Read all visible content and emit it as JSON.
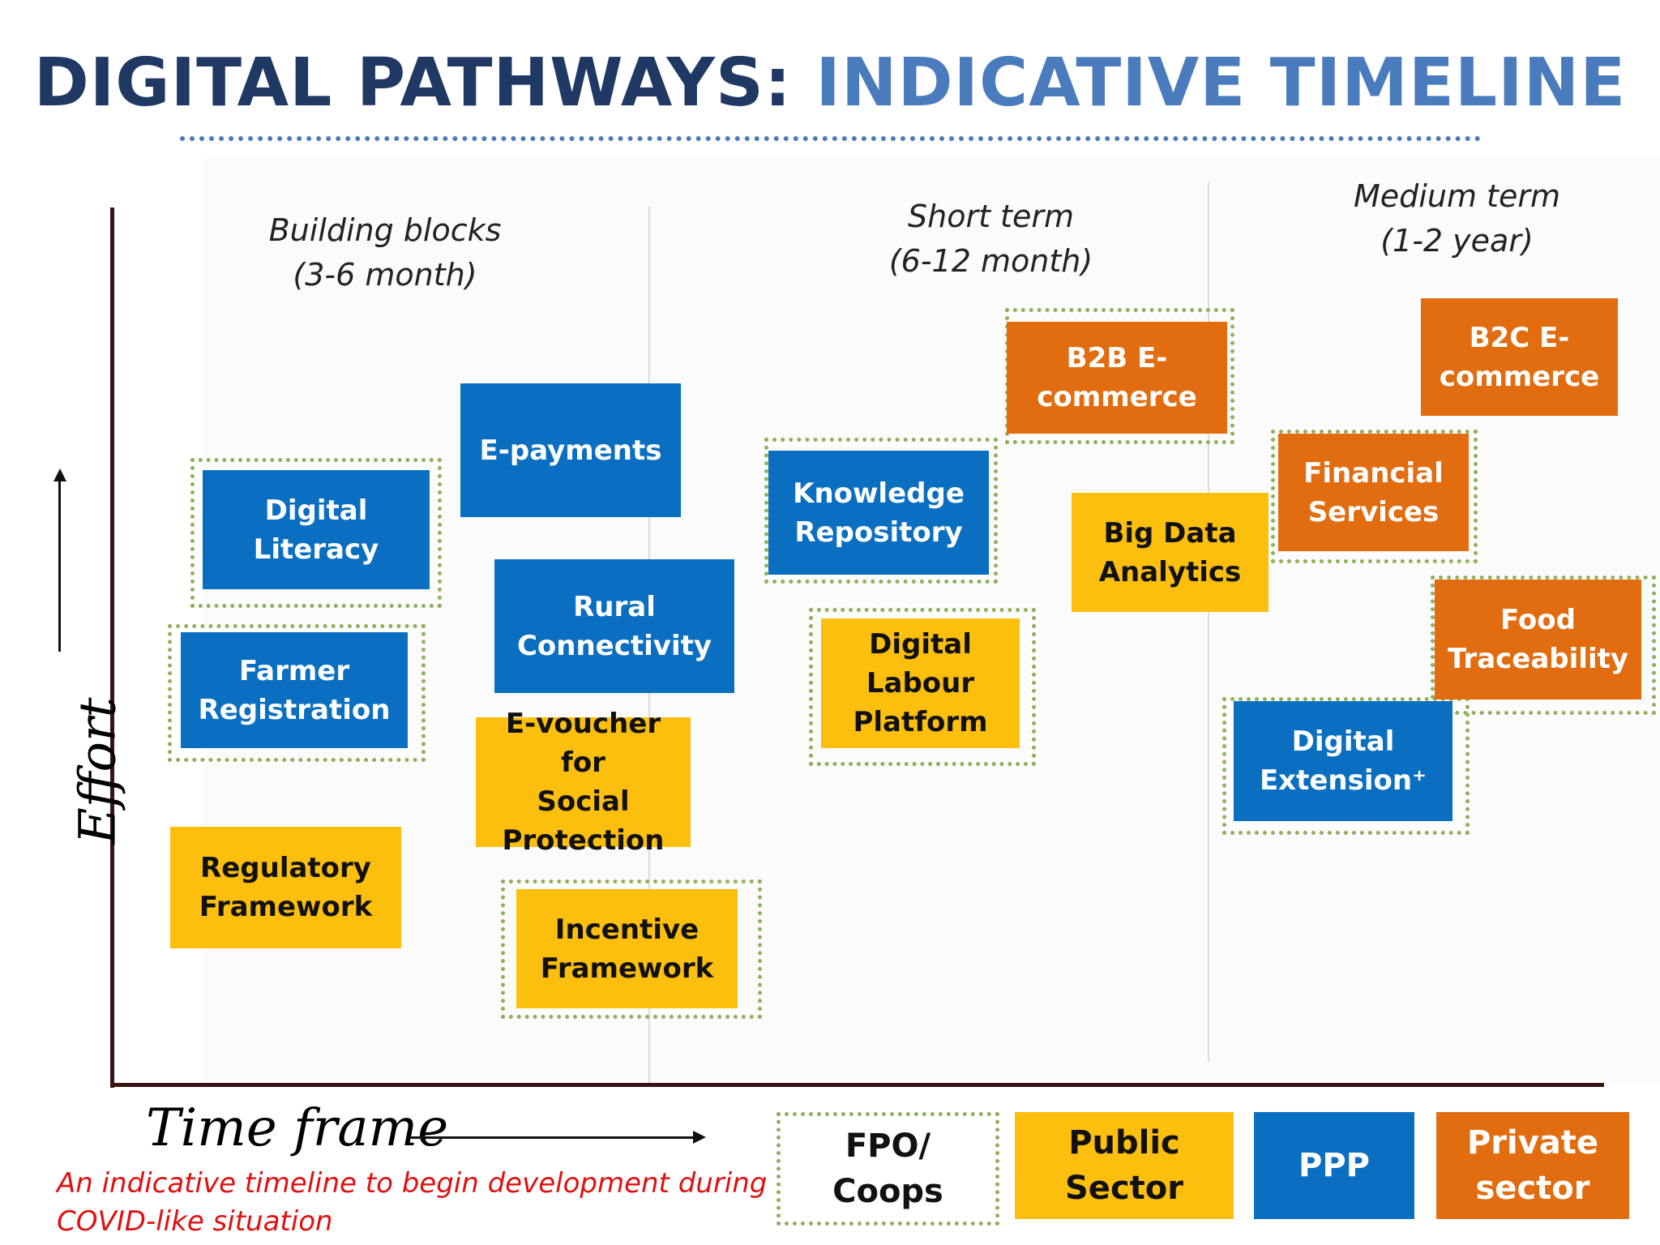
{
  "title": {
    "part1": "DIGITAL PATHWAYS:",
    "part2": "INDICATIVE TIMELINE"
  },
  "phases": [
    {
      "line1": "Building blocks",
      "line2": "(3-6 month)"
    },
    {
      "line1": "Short term",
      "line2": "(6-12 month)"
    },
    {
      "line1": "Medium term",
      "line2": "(1-2 year)"
    }
  ],
  "axes": {
    "y_label": "Effort",
    "x_label": "Time frame"
  },
  "note": {
    "line1": "An indicative timeline to begin development during",
    "line2": "COVID-like situation"
  },
  "items": {
    "digital_literacy": "Digital\nLiteracy",
    "e_payments": "E-payments",
    "farmer_registration": "Farmer\nRegistration",
    "rural_connectivity": "Rural\nConnectivity",
    "e_voucher": "E-voucher for\nSocial\nProtection",
    "regulatory_framework": "Regulatory\nFramework",
    "incentive_framework": "Incentive\nFramework",
    "knowledge_repository": "Knowledge\nRepository",
    "digital_labour_platform": "Digital\nLabour\nPlatform",
    "b2b_ecommerce": "B2B E-\ncommerce",
    "big_data_analytics": "Big Data\nAnalytics",
    "b2c_ecommerce": "B2C E-\ncommerce",
    "financial_services": "Financial\nServices",
    "food_traceability": "Food\nTraceability",
    "digital_extension": "Digital\nExtension⁺"
  },
  "legend": {
    "fpo": "FPO/\nCoops",
    "public": "Public\nSector",
    "ppp": "PPP",
    "private": "Private\nsector"
  },
  "colors": {
    "ppp": "#0b6fc1",
    "public_sector": "#fcbf0d",
    "private_sector": "#e26d10",
    "fpo_border": "#8fb05a",
    "title_dark": "#1f3864",
    "title_light": "#4a7bbd",
    "note": "#e01010"
  }
}
